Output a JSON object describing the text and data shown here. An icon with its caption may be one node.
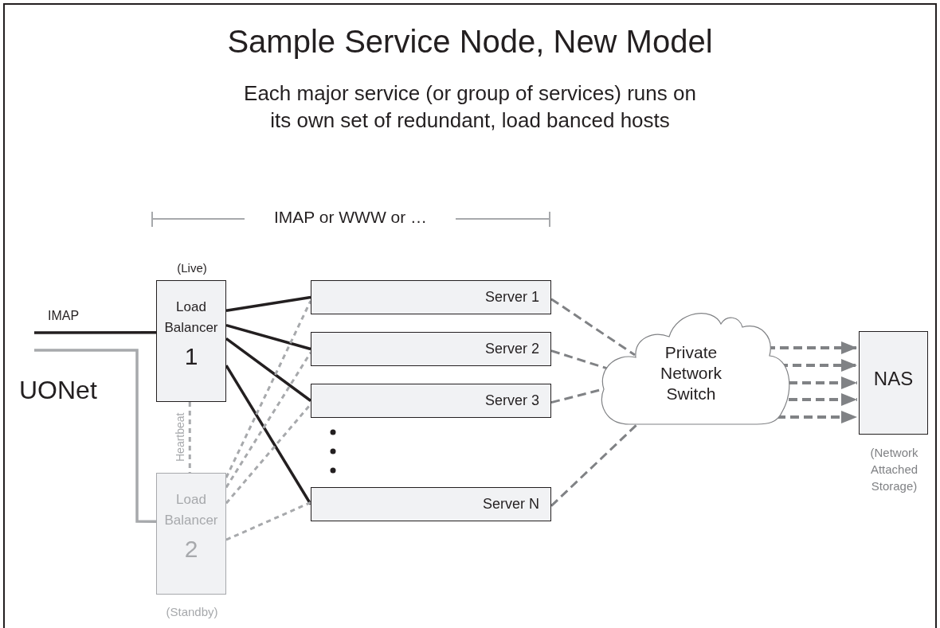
{
  "diagram": {
    "title": "Sample Service Node, New Model",
    "caption": "Each major service (or group of services) runs on its own set of redundant, load banced hosts",
    "nodes": [
      {
        "text": [
          "Load Balancer",
          "1"
        ],
        "beside": [
          "(Live)"
        ]
      },
      {
        "text": [
          "Load Balancer",
          "2"
        ],
        "beside": [
          "(Standby)"
        ]
      },
      {
        "text": [
          "Server 1"
        ]
      },
      {
        "text": [
          "Server 2"
        ]
      },
      {
        "text": [
          "Server 3"
        ]
      },
      {
        "text": [
          "Server N"
        ]
      },
      {
        "text": [
          "Private Network Switch"
        ]
      },
      {
        "text": [
          "NAS"
        ],
        "beside": [
          "(Network Attached Storage)"
        ]
      }
    ],
    "edges": [
      {
        "from": null,
        "to": 0,
        "arrow": "none",
        "label": "IMAP",
        "color": "#231f20"
      },
      {
        "from": null,
        "to": 1,
        "arrow": "none",
        "color": "#a7a9ac"
      },
      {
        "from": 0,
        "to": 2,
        "arrow": "none",
        "color": "#231f20"
      },
      {
        "from": 0,
        "to": 3,
        "arrow": "none",
        "color": "#231f20"
      },
      {
        "from": 0,
        "to": 4,
        "arrow": "none",
        "color": "#231f20"
      },
      {
        "from": 0,
        "to": 5,
        "arrow": "none",
        "color": "#231f20"
      },
      {
        "from": 0,
        "to": 1,
        "arrow": "none",
        "label": "Heartbeat",
        "style": "dashed",
        "color": "#a7a9ac"
      },
      {
        "from": 1,
        "to": 2,
        "arrow": "none",
        "style": "dashed",
        "color": "#a7a9ac"
      },
      {
        "from": 1,
        "to": 3,
        "arrow": "none",
        "style": "dashed",
        "color": "#a7a9ac"
      },
      {
        "from": 1,
        "to": 4,
        "arrow": "none",
        "style": "dashed",
        "color": "#a7a9ac"
      },
      {
        "from": 1,
        "to": 5,
        "arrow": "none",
        "style": "dashed",
        "color": "#a7a9ac"
      },
      {
        "from": 2,
        "to": 6,
        "arrow": "none",
        "style": "dashed",
        "color": "#808285"
      },
      {
        "from": 3,
        "to": 6,
        "arrow": "none",
        "style": "dashed",
        "color": "#808285"
      },
      {
        "from": 4,
        "to": 6,
        "arrow": "none",
        "style": "dashed",
        "color": "#808285"
      },
      {
        "from": 5,
        "to": 6,
        "arrow": "none",
        "style": "dashed",
        "color": "#808285"
      },
      {
        "from": 6,
        "to": 7,
        "arrow": "to",
        "style": "dashed",
        "color": "#808285"
      },
      {
        "from": 6,
        "to": 7,
        "arrow": "to",
        "style": "dashed",
        "color": "#808285"
      },
      {
        "from": 6,
        "to": 7,
        "arrow": "to",
        "style": "dashed",
        "color": "#808285"
      },
      {
        "from": 6,
        "to": 7,
        "arrow": "to",
        "style": "dashed",
        "color": "#808285"
      },
      {
        "from": 6,
        "to": 7,
        "arrow": "to",
        "style": "dashed",
        "color": "#808285"
      }
    ],
    "labels": [
      "IMAP or WWW or …",
      "UONet"
    ]
  }
}
